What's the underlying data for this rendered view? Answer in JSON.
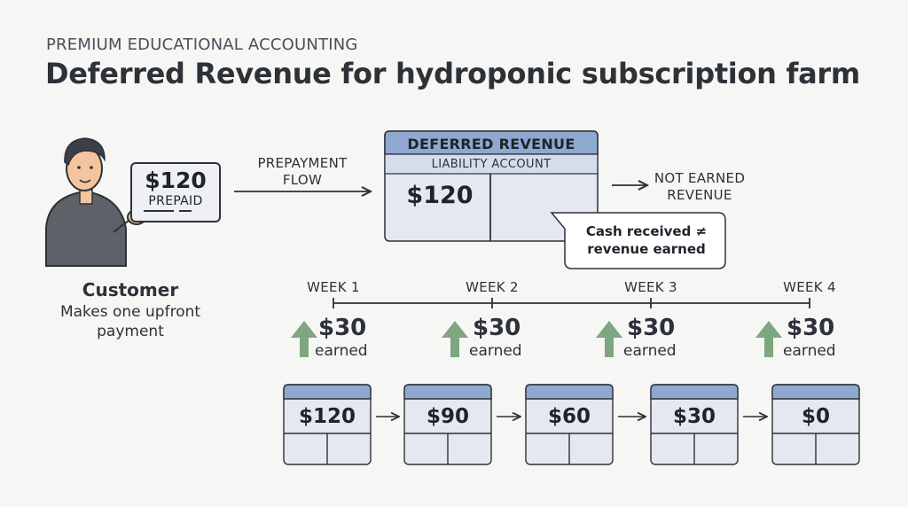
{
  "header": {
    "eyebrow": "PREMIUM EDUCATIONAL ACCOUNTING",
    "title": "Deferred Revenue for hydroponic subscription farm"
  },
  "customer": {
    "receipt_amount": "$120",
    "receipt_label": "PREPAID",
    "name": "Customer",
    "description": "Makes one upfront payment"
  },
  "flow": {
    "label": "PREPAYMENT FLOW"
  },
  "ledger": {
    "title": "DEFERRED REVENUE",
    "subtitle": "LIABILITY ACCOUNT",
    "amount": "$120"
  },
  "not_earned": "NOT EARNED REVENUE",
  "callout": "Cash received ≠ revenue earned",
  "timeline": {
    "weeks": [
      {
        "label": "WEEK 1",
        "amount": "$30",
        "word": "earned"
      },
      {
        "label": "WEEK 2",
        "amount": "$30",
        "word": "earned"
      },
      {
        "label": "WEEK 3",
        "amount": "$30",
        "word": "earned"
      },
      {
        "label": "WEEK 4",
        "amount": "$30",
        "word": "earned"
      }
    ]
  },
  "balances": [
    "$120",
    "$90",
    "$60",
    "$30",
    "$0"
  ],
  "colors": {
    "ledger_header": "#8fa8cf",
    "ledger_body": "#e3e8f1",
    "arrow_green": "#7ea67f",
    "ink": "#2d3138",
    "shirt": "#5f6168"
  }
}
